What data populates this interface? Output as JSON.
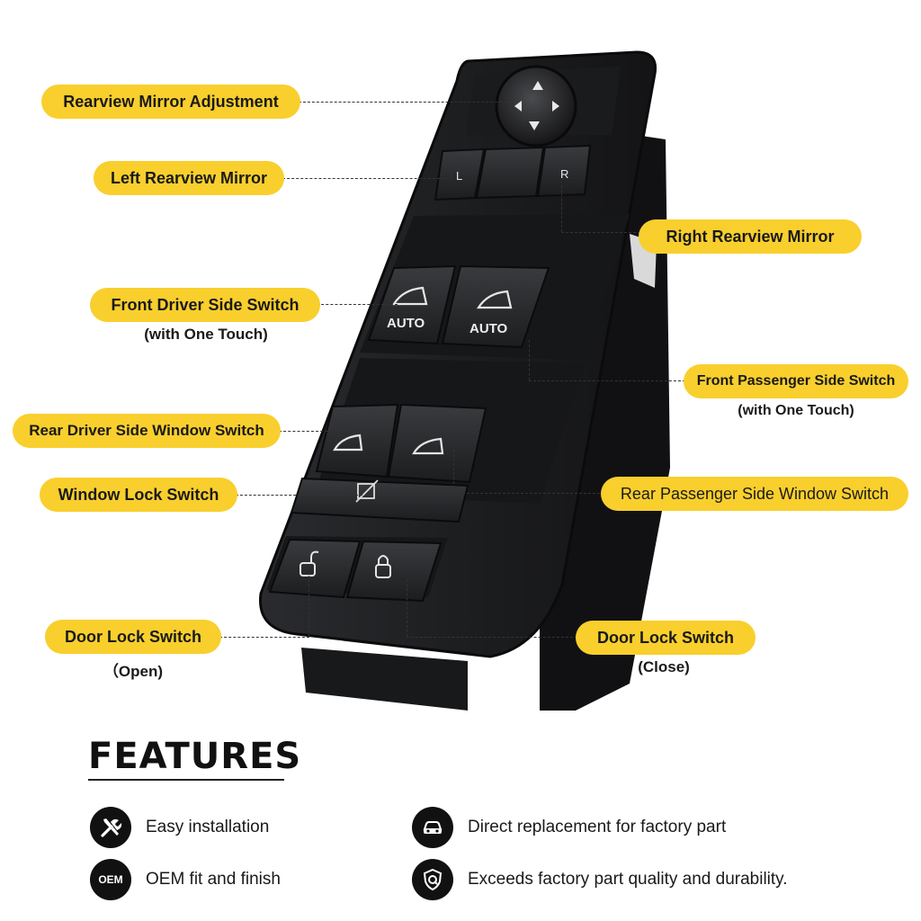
{
  "colors": {
    "pill_fill": "#f9cf2d",
    "switch_body": "#1b1c1e",
    "icon_bg": "#111111"
  },
  "callouts": {
    "rearview_mirror_adjustment": "Rearview Mirror Adjustment",
    "left_rearview_mirror": "Left Rearview Mirror",
    "right_rearview_mirror": "Right Rearview Mirror",
    "front_driver_side_switch": "Front Driver Side Switch",
    "front_driver_side_switch_note": "(with One Touch)",
    "front_passenger_side_switch": "Front Passenger Side Switch",
    "front_passenger_side_switch_note": "(with One Touch)",
    "rear_driver_side_window_switch": "Rear Driver Side Window Switch",
    "window_lock_switch": "Window Lock Switch",
    "rear_passenger_side_window_switch": "Rear Passenger Side Window Switch",
    "door_lock_switch_open": "Door Lock Switch",
    "door_lock_switch_open_note": "（Open)",
    "door_lock_switch_close": "Door Lock Switch",
    "door_lock_switch_close_note": "(Close)"
  },
  "device_labels": {
    "left_mirror": "L",
    "right_mirror": "R",
    "auto_left": "AUTO",
    "auto_right": "AUTO"
  },
  "features": {
    "title": "FEATURES",
    "items": [
      {
        "text": "Easy installation",
        "icon": "tools-icon"
      },
      {
        "text": "Direct replacement for factory part",
        "icon": "car-icon"
      },
      {
        "text": "OEM fit and finish",
        "icon": "oem-icon",
        "icon_text": "OEM"
      },
      {
        "text": "Exceeds factory part quality and durability.",
        "icon": "quality-shield-icon"
      }
    ]
  }
}
